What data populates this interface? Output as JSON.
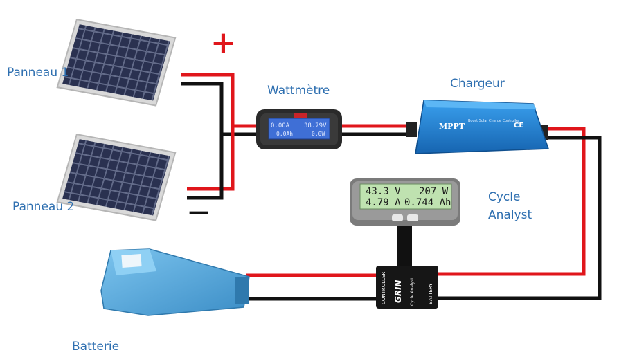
{
  "labels": {
    "panel1": "Panneau 1",
    "panel2": "Panneau 2",
    "wattmeter": "Wattmètre",
    "charger": "Chargeur",
    "cycle_analyst": [
      "Cycle",
      "Analyst"
    ],
    "battery": "Batterie",
    "plus": "+",
    "minus": "—"
  },
  "wattmeter_display": {
    "row1_left": "0.00A",
    "row1_right": "38.79V",
    "row2_left": "0.0Ah",
    "row2_right": "0.0W"
  },
  "charger_device": {
    "brand": "MPPT",
    "subtitle": "Boost Solar Charge Controller",
    "cert": "CE"
  },
  "cycle_analyst_display": {
    "line1_left": "43.3 V",
    "line1_right": "207 W",
    "line2_left": "4.79 A",
    "line2_right": "0.744 Ah"
  },
  "shunt": {
    "controller": "CONTROLLER",
    "brand": "GRIN",
    "model": "Cycle Analyst",
    "battery": "BATTERY"
  },
  "colors": {
    "label_blue": "#2e6fb0",
    "wire_red": "#e0161b",
    "wire_black": "#111111",
    "battery_blue": "#5aa9dc",
    "charger_blue": "#1f7fd0",
    "lcd_green": "#bfe2b0"
  }
}
